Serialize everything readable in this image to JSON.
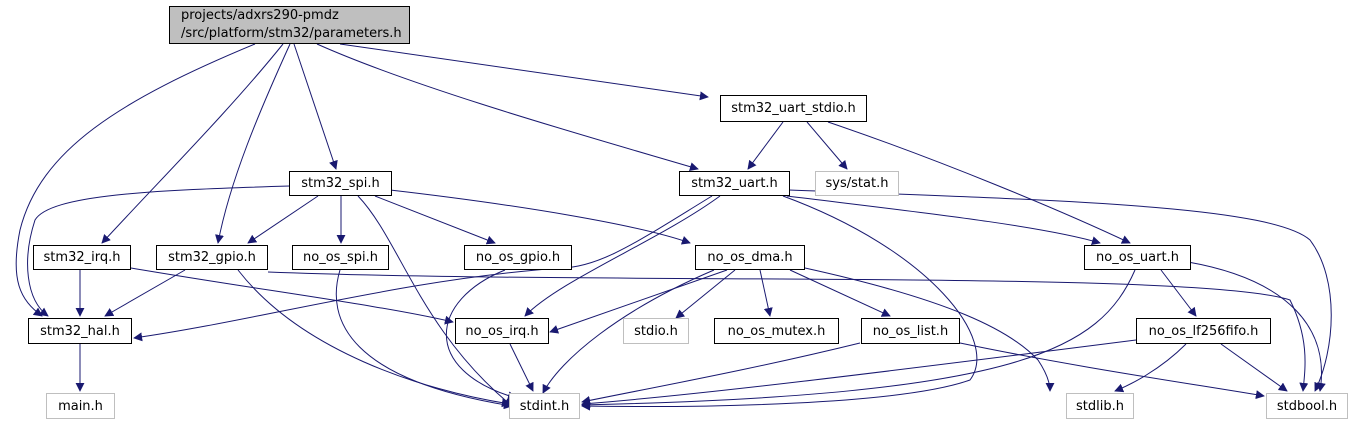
{
  "root": {
    "line1": "projects/adxrs290-pmdz",
    "line2": "/src/platform/stm32/parameters.h"
  },
  "nodes": {
    "stm32_uart_stdio": "stm32_uart_stdio.h",
    "stm32_spi": "stm32_spi.h",
    "stm32_uart": "stm32_uart.h",
    "sys_stat": "sys/stat.h",
    "stm32_irq": "stm32_irq.h",
    "stm32_gpio": "stm32_gpio.h",
    "no_os_spi": "no_os_spi.h",
    "no_os_gpio": "no_os_gpio.h",
    "no_os_dma": "no_os_dma.h",
    "no_os_uart": "no_os_uart.h",
    "stm32_hal": "stm32_hal.h",
    "no_os_irq": "no_os_irq.h",
    "stdio": "stdio.h",
    "no_os_mutex": "no_os_mutex.h",
    "no_os_list": "no_os_list.h",
    "no_os_lf256fifo": "no_os_lf256fifo.h",
    "main": "main.h",
    "stdint": "stdint.h",
    "stdlib": "stdlib.h",
    "stdbool": "stdbool.h"
  },
  "colors": {
    "edge": "#191970",
    "node_border": "#000000",
    "external_border": "#bfbfbf",
    "root_fill": "#bfbfbf"
  }
}
